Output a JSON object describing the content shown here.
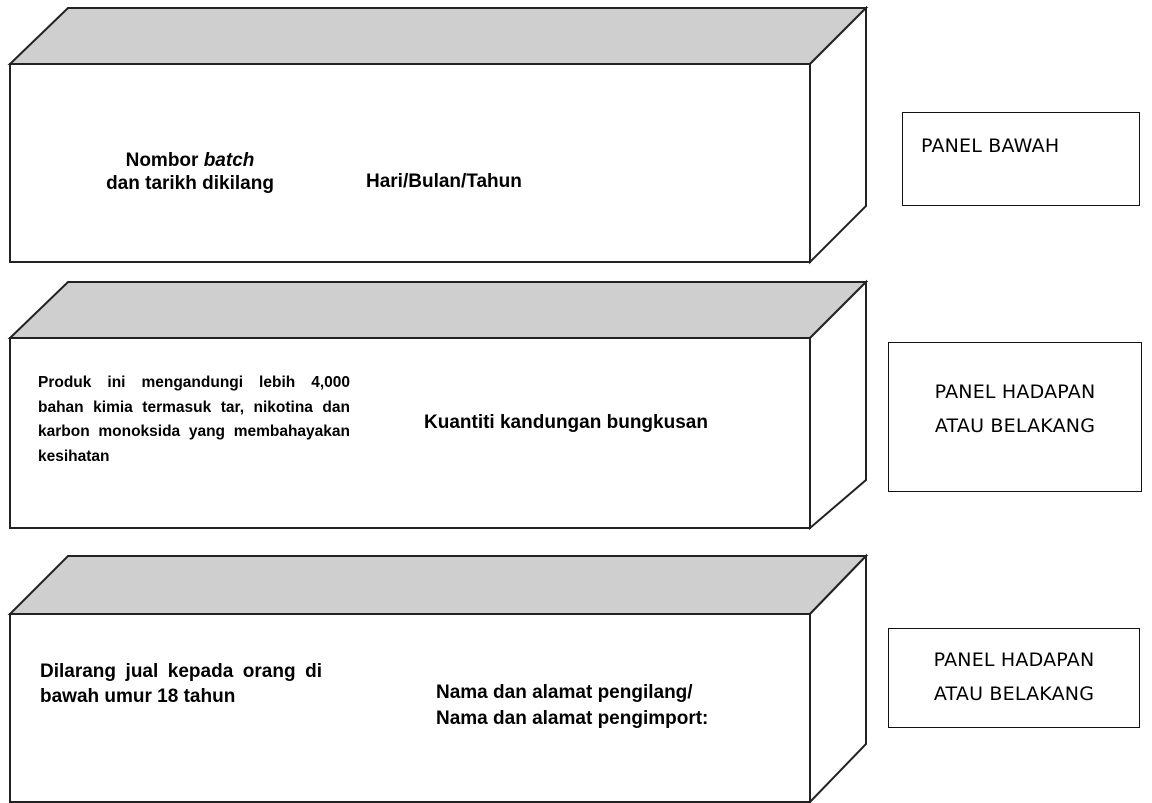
{
  "boxes": [
    {
      "left_text": {
        "line1_plain": "Nombor ",
        "line1_italic": "batch",
        "line2": "dan tarikh dikilang"
      },
      "right_text": "Hari/Bulan/Tahun",
      "panel_label": [
        "PANEL BAWAH"
      ]
    },
    {
      "left_text": "Produk ini mengandungi lebih 4,000 bahan kimia termasuk tar, nikotina dan karbon monoksida yang membahayakan kesihatan",
      "right_text": "Kuantiti kandungan bungkusan",
      "panel_label": [
        "PANEL HADAPAN",
        "ATAU BELAKANG"
      ]
    },
    {
      "left_text": "Dilarang jual kepada orang di bawah umur 18 tahun",
      "right_text": [
        "Nama dan alamat pengilang/",
        "Nama dan alamat pengimport:"
      ],
      "panel_label": [
        "PANEL HADAPAN",
        "ATAU BELAKANG"
      ]
    }
  ],
  "colors": {
    "top_face": "#cfcfcf",
    "side_face": "#ffffff",
    "stroke": "#222222"
  }
}
